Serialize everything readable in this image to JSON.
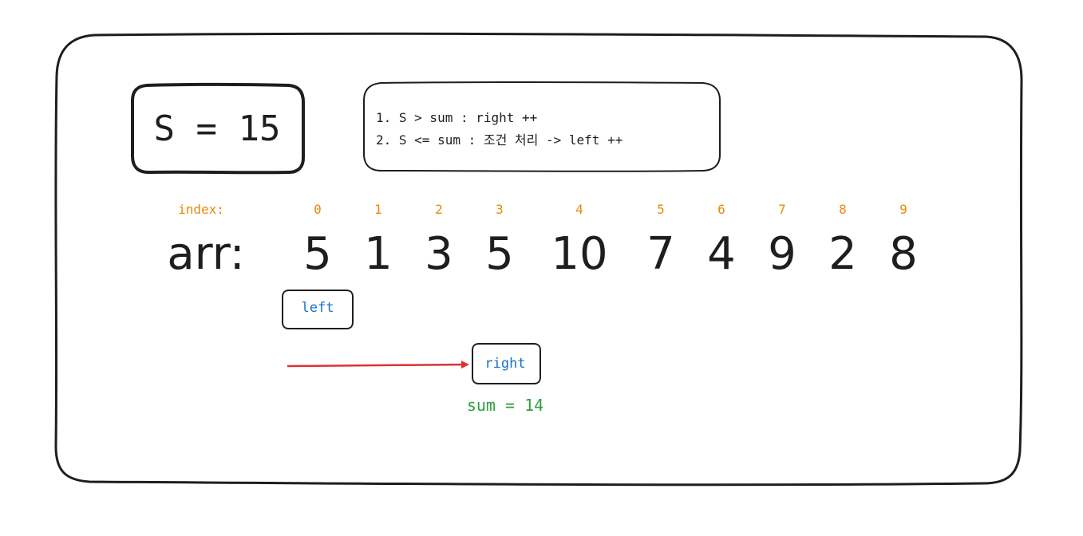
{
  "target_box": {
    "label": "S = 15"
  },
  "rules": [
    "1. S > sum : right ++",
    "2. S <= sum : 조건 처리 -> left ++"
  ],
  "index_label": "index:",
  "array_label": "arr:",
  "indices": [
    "0",
    "1",
    "2",
    "3",
    "4",
    "5",
    "6",
    "7",
    "8",
    "9"
  ],
  "values": [
    "5",
    "1",
    "3",
    "5",
    "10",
    "7",
    "4",
    "9",
    "2",
    "8"
  ],
  "pointers": {
    "left": {
      "label": "left",
      "index": 0
    },
    "right": {
      "label": "right",
      "index": 3
    }
  },
  "sum_text": "sum = 14",
  "colors": {
    "index": "#e8890c",
    "pointer_text": "#1971c2",
    "sum": "#2f9e44",
    "arrow": "#e03131",
    "stroke": "#1e1e1e"
  }
}
